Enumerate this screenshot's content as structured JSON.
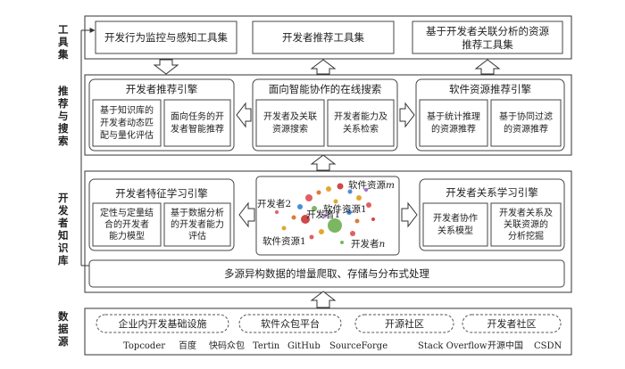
{
  "side_labels": {
    "tools": [
      "工",
      "具",
      "集"
    ],
    "recommend": [
      "推",
      "荐",
      "与",
      "搜",
      "索"
    ],
    "knowledge": [
      "开",
      "发",
      "者",
      "知",
      "识",
      "库"
    ],
    "sources": [
      "数",
      "据",
      "源"
    ]
  },
  "tools": {
    "monitor": "开发行为监控与感知工具集",
    "recommender": "开发者推荐工具集",
    "resource": [
      "基于开发者关联分析的资源",
      "推荐工具集"
    ]
  },
  "engines": {
    "dev_rec": {
      "title": "开发者推荐引擎",
      "left": [
        "基于知识库的",
        "开发者动态匹",
        "配与量化评估"
      ],
      "right": [
        "面向任务的开",
        "发者智能推荐"
      ]
    },
    "search": {
      "title": "面向智能协作的在线搜索",
      "left": [
        "开发者及关联",
        "资源搜索"
      ],
      "right": [
        "开发者能力及",
        "关系检索"
      ]
    },
    "res_rec": {
      "title": "软件资源推荐引擎",
      "left": [
        "基于统计推理",
        "的资源推荐"
      ],
      "right": [
        "基于协同过滤",
        "的资源推荐"
      ]
    }
  },
  "knowledge": {
    "feature": {
      "title": "开发者特征学习引擎",
      "left": [
        "定性与定量结",
        "合的开发者",
        "能力模型"
      ],
      "right": [
        "基于数据分析",
        "的开发者能力",
        "评估"
      ]
    },
    "graph": {
      "dev2": "开发者2",
      "dev1": "开发者1",
      "devn": "开发者",
      "devn_sub": "n",
      "resm": "软件资源",
      "resm_sub": "m",
      "res1": "软件资源1",
      "res1b": "软件资源1"
    },
    "relation": {
      "title": "开发者关系学习引擎",
      "left": [
        "开发者协作",
        "关系模型"
      ],
      "right": [
        "开发者关系及",
        "关联资源的",
        "分析挖掘"
      ]
    }
  },
  "crawl": "多源异构数据的增量爬取、存储与分布式处理",
  "source_groups": [
    "企业内开发基础设施",
    "软件众包平台",
    "开源社区",
    "开发者社区"
  ],
  "source_names": [
    "Topcoder",
    "百度",
    "快码众包",
    "Tertin",
    "GitHub",
    "SourceForge",
    "Stack Overflow",
    "开源中国",
    "CSDN"
  ]
}
